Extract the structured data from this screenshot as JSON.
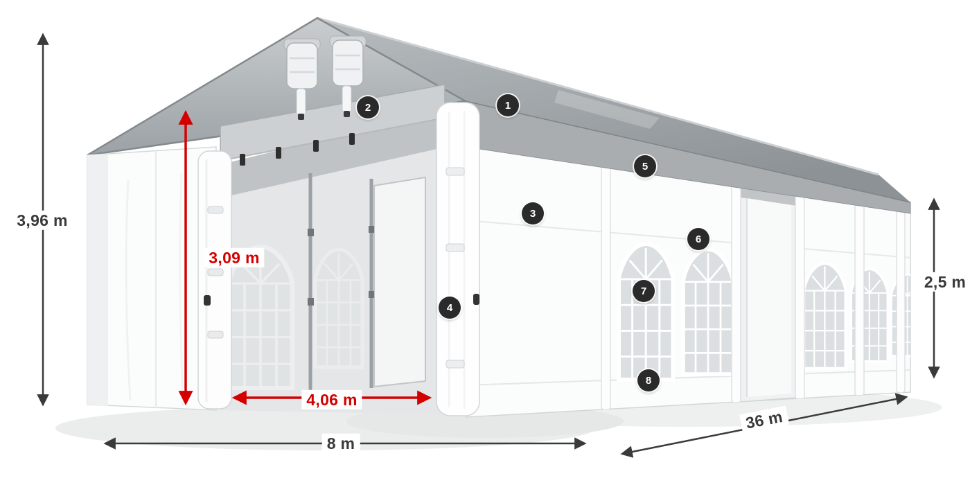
{
  "figure": {
    "description": "Marquee party tent technical diagram with dimension arrows and numbered feature callouts"
  },
  "dimensions": {
    "total_height": "3,96 m",
    "entrance_height": "3,09 m",
    "entrance_width": "4,06 m",
    "front_width": "8 m",
    "length": "36 m",
    "side_wall_height": "2,5 m"
  },
  "callouts": [
    {
      "label": "1"
    },
    {
      "label": "2"
    },
    {
      "label": "3"
    },
    {
      "label": "4"
    },
    {
      "label": "5"
    },
    {
      "label": "6"
    },
    {
      "label": "7"
    },
    {
      "label": "8"
    }
  ],
  "colors": {
    "background": "#ffffff",
    "dimension_arrow": "#3a3a3a",
    "dimension_highlight": "#d40000",
    "badge_background": "#2a2a2a",
    "badge_text": "#ffffff",
    "roof": "#9aa0a4",
    "wall": "#fbfcfc"
  }
}
